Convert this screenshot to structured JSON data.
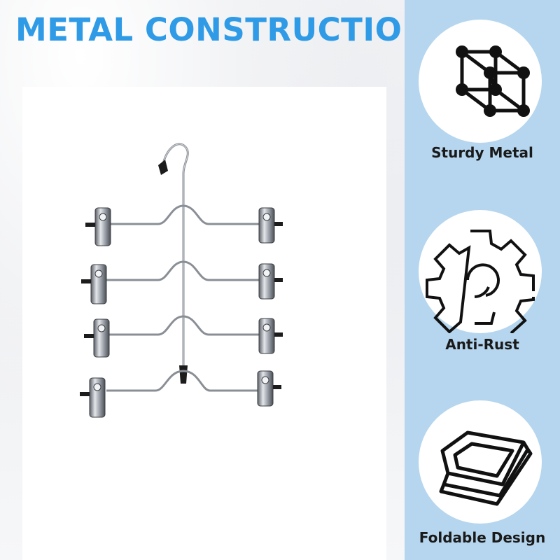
{
  "headline": "METAL CONSTRUCTION",
  "colors": {
    "headline": "#2f9be6",
    "side_panel": "#b5d6ee",
    "icon": "#111111"
  },
  "product": {
    "type": "4-tier metal skirt hanger with clips",
    "tiers": 4,
    "clips_per_tier": 2
  },
  "features": [
    {
      "label": "Sturdy Metal",
      "icon": "cube-icon"
    },
    {
      "label": "Anti-Rust",
      "icon": "gear-icon"
    },
    {
      "label": "Foldable Design",
      "icon": "folded-sheet-icon"
    }
  ]
}
